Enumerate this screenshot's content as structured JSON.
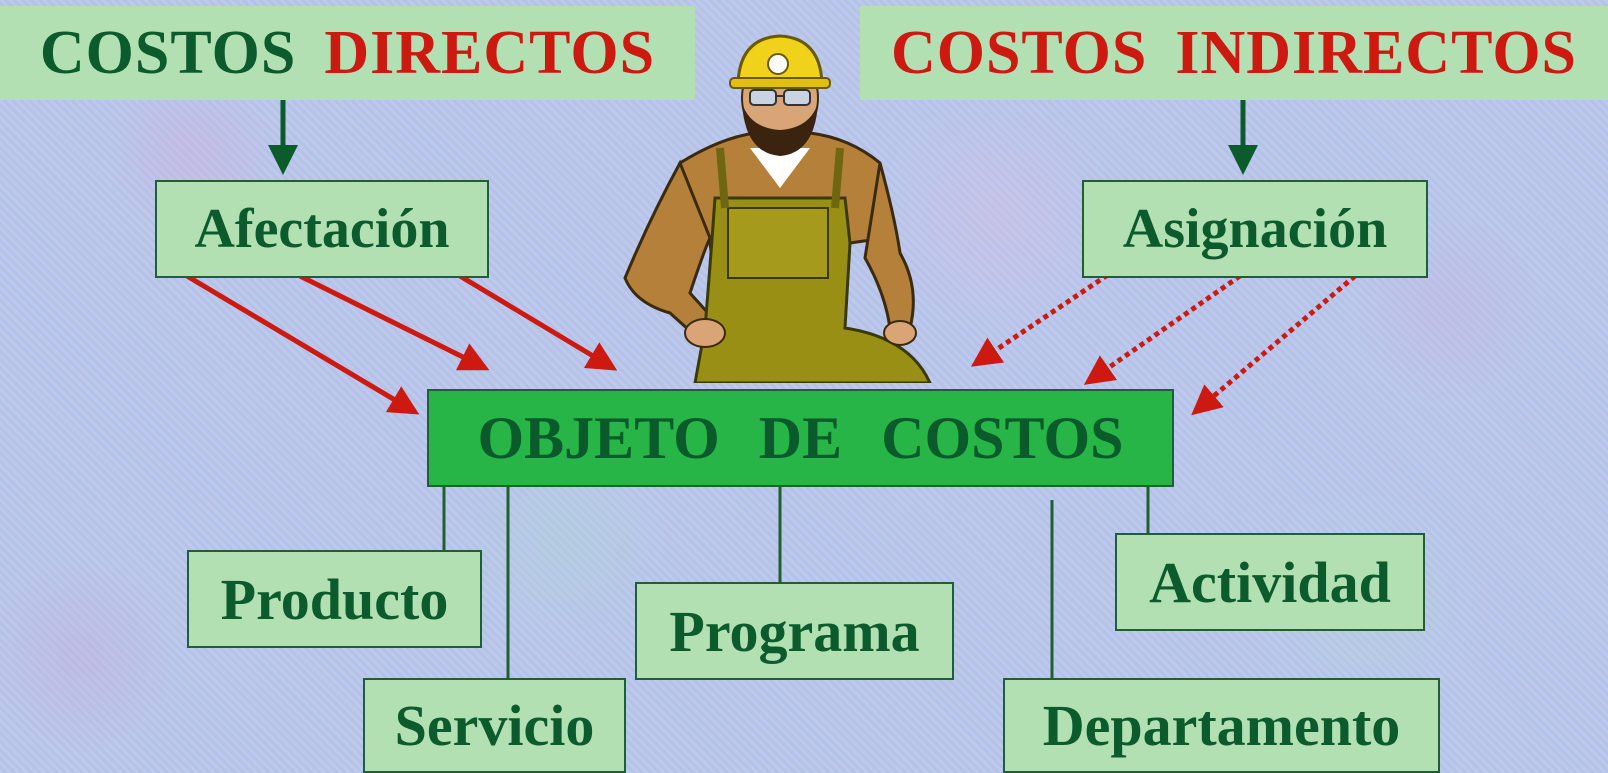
{
  "headers": {
    "direct": {
      "word1": "COSTOS",
      "word2": "DIRECTOS"
    },
    "indirect": {
      "word1": "COSTOS",
      "word2": "INDIRECTOS"
    }
  },
  "methods": {
    "direct": "Afectación",
    "indirect": "Asignación"
  },
  "center": "OBJETO DE COSTOS",
  "objects": [
    "Producto",
    "Servicio",
    "Programa",
    "Departamento",
    "Actividad"
  ],
  "colors": {
    "header_bg": "#b3e0b3",
    "node_bg": "#b3e0b3",
    "center_bg": "#26b546",
    "text_green": "#0b5b2c",
    "text_red": "#cc1a10",
    "arrow_red": "#cc1a10",
    "arrow_green": "#0b5b2c"
  },
  "illustration": "worker-with-hard-hat"
}
